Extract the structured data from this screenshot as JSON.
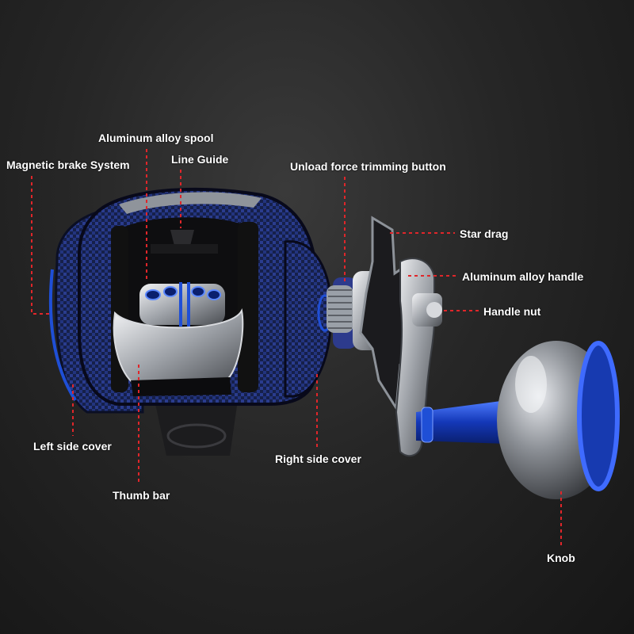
{
  "labels": {
    "aluminum_alloy_spool": "Aluminum alloy spool",
    "magnetic_brake_system": "Magnetic brake System",
    "line_guide": "Line Guide",
    "unload_force_trimming_button": "Unload force trimming button",
    "star_drag": "Star drag",
    "aluminum_alloy_handle": "Aluminum alloy handle",
    "handle_nut": "Handle nut",
    "left_side_cover": "Left side cover",
    "right_side_cover": "Right side cover",
    "thumb_bar": "Thumb bar",
    "knob": "Knob"
  },
  "colors": {
    "background": "#262626",
    "leader_line": "#e0262a",
    "label_text": "#ffffff",
    "reel_body": "#1b2246",
    "accent_blue": "#1f4fd6",
    "metal_silver": "#b8bcc2"
  }
}
